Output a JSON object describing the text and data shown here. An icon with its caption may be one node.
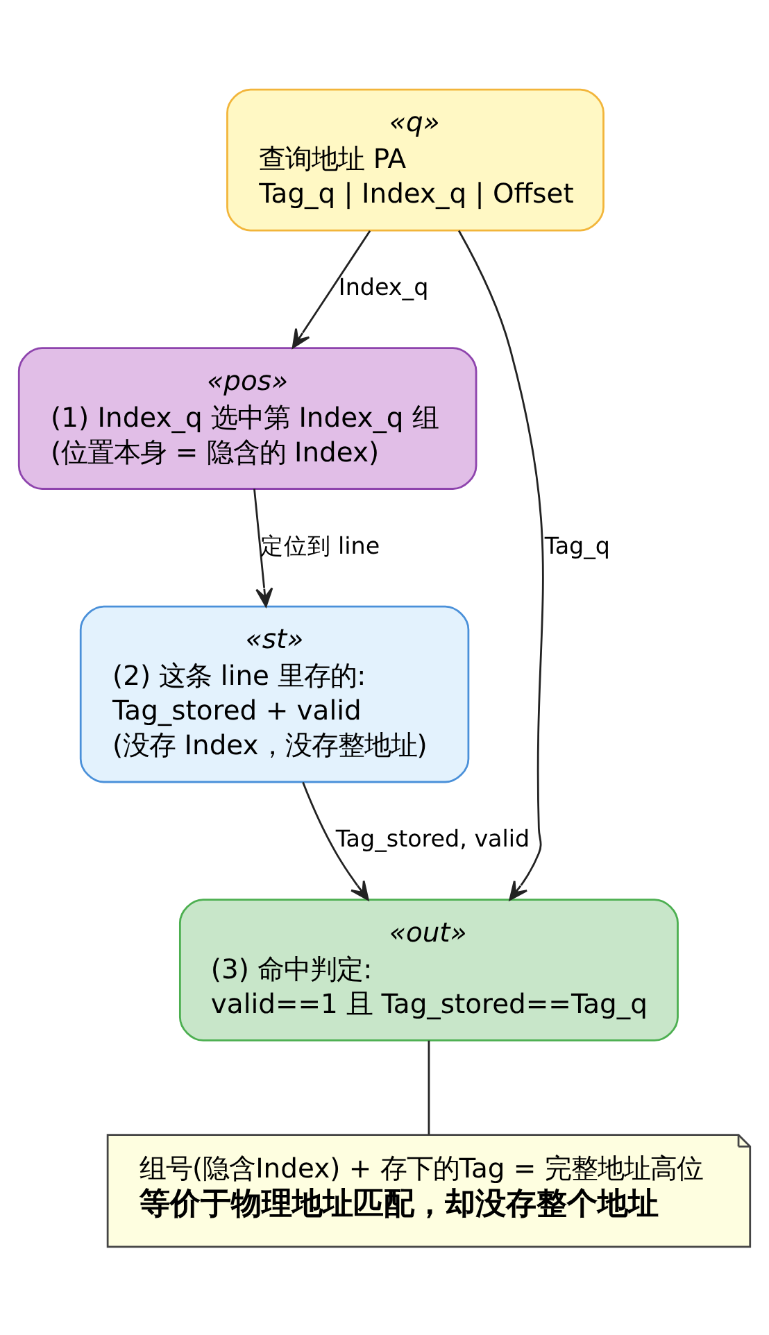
{
  "diagram": {
    "nodes": [
      {
        "text": [
          "«q»",
          "查询地址 PA",
          "Tag_q | Index_q | Offset"
        ]
      },
      {
        "text": [
          "«pos»",
          "(1) Index_q 选中第 Index_q 组",
          "(位置本身 = 隐含的 Index)"
        ]
      },
      {
        "text": [
          "«st»",
          "(2) 这条 line 里存的:",
          "Tag_stored + valid",
          "(没存 Index，没存整地址)"
        ]
      },
      {
        "text": [
          "«out»",
          "(3) 命中判定:",
          "valid==1 且 Tag_stored==Tag_q"
        ]
      },
      {
        "text": [
          "组号(隐含Index) + 存下的Tag = 完整地址高位",
          "等价于物理地址匹配，却没存整个地址"
        ]
      }
    ],
    "edges": [
      {
        "from": 0,
        "to": 1,
        "arrow": "to",
        "label": "Index_q"
      },
      {
        "from": 1,
        "to": 2,
        "arrow": "to",
        "label": "定位到 line"
      },
      {
        "from": 0,
        "to": 3,
        "arrow": "to",
        "label": "Tag_q"
      },
      {
        "from": 2,
        "to": 3,
        "arrow": "to",
        "label": "Tag_stored, valid"
      },
      {
        "from": 3,
        "to": 4,
        "arrow": "none"
      }
    ]
  }
}
